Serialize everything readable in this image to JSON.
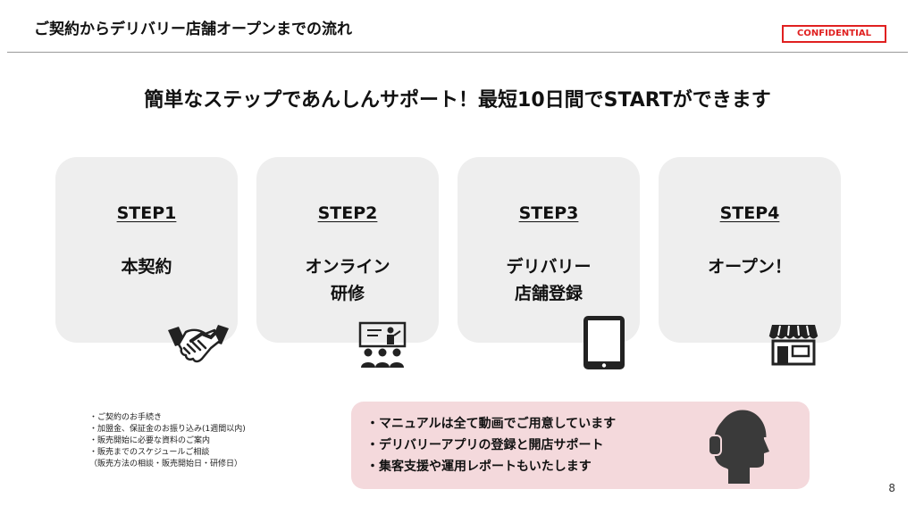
{
  "header": {
    "title": "ご契約からデリバリー店舗オープンまでの流れ",
    "confidential": "CONFIDENTIAL"
  },
  "headline": "簡単なステップであんしんサポート！最短10日間でSTARTができます",
  "steps": [
    {
      "step": "STEP1",
      "label_line1": "本契約",
      "label_line2": "",
      "icon": "handshake-icon"
    },
    {
      "step": "STEP2",
      "label_line1": "オンライン",
      "label_line2": "研修",
      "icon": "presentation-training-icon"
    },
    {
      "step": "STEP3",
      "label_line1": "デリバリー",
      "label_line2": "店舗登録",
      "icon": "tablet-icon"
    },
    {
      "step": "STEP4",
      "label_line1": "オープン！",
      "label_line2": "",
      "icon": "storefront-icon"
    }
  ],
  "notes": [
    "・ご契約のお手続き",
    "・加盟金、保証金のお振り込み(1週間以内)",
    "・販売開始に必要な資料のご案内",
    "・販売までのスケジュールご相談",
    "（販売方法の相談・販売開始日・研修日）"
  ],
  "support": {
    "items": [
      "・マニュアルは全て動画でご用意しています",
      "・デリバリーアプリの登録と開店サポート",
      "・集客支援や運用レポートもいたします"
    ],
    "icon": "headset-operator-icon"
  },
  "page_number": "8",
  "colors": {
    "accent_red": "#e02020",
    "card_bg": "#eeeeee",
    "support_bg": "#f4d9dc",
    "icon": "#222222"
  }
}
